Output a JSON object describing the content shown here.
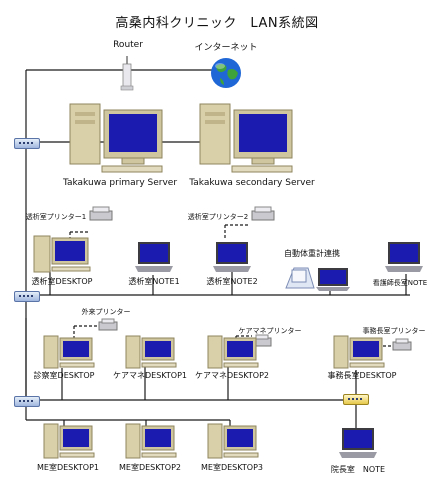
{
  "title": "高桑内科クリニック　LAN系統図",
  "top": {
    "router_label": "Router",
    "internet_label": "インターネット"
  },
  "servers": {
    "primary_label": "Takakuwa  primary  Server",
    "secondary_label": "Takakuwa  secondary  Server"
  },
  "row1": {
    "printer1_label": "透析室プリンター1",
    "printer2_label": "透析室プリンター2",
    "scale_label": "自動体重計連携",
    "devices": [
      "透析室DESKTOP",
      "透析室NOTE1",
      "透析室NOTE2",
      "看護師長室NOTE"
    ]
  },
  "row2": {
    "outpatient_printer_label": "外来プリンター",
    "caremane_printer_label": "ケアマネプリンター",
    "office_printer_label": "事務長室プリンター",
    "devices": [
      "診察室DESKTOP",
      "ケアマネDESKTOP1",
      "ケアマネDESKTOP2",
      "事務長室DESKTOP"
    ]
  },
  "row3": {
    "devices": [
      "ME室DESKTOP1",
      "ME室DESKTOP2",
      "ME室DESKTOP3",
      "院長室　NOTE"
    ]
  },
  "colors": {
    "line": "#1a1a1a",
    "screen": "#1b1bb0",
    "case": "#d9cfa8",
    "globe_sea": "#1f67d6",
    "globe_land": "#3ea33a"
  }
}
